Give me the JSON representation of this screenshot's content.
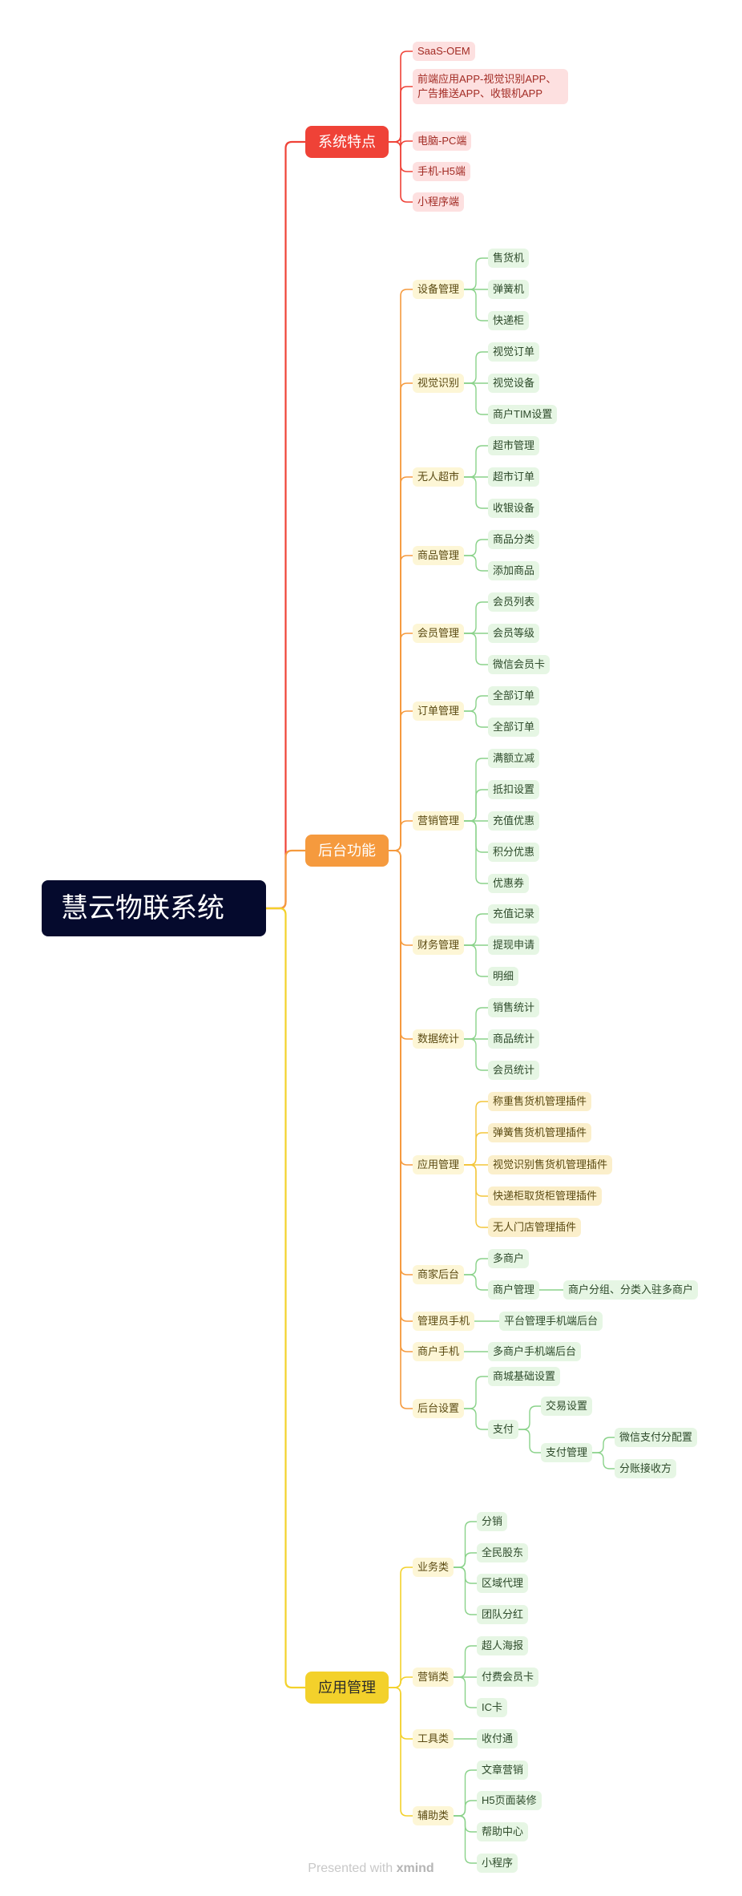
{
  "mindmap": {
    "root": "慧云物联系统",
    "colors": {
      "red": "#ef4237",
      "orange": "#f59a3e",
      "yellow": "#f3d12b",
      "green": "#8ad28a",
      "gold": "#f3c53a"
    },
    "branches": [
      {
        "label": "系统特点",
        "leaves": [
          "SaaS-OEM",
          "前端应用APP-视觉识别APP、广告推送APP、收银机APP",
          "电脑-PC端",
          "手机-H5端",
          "小程序端"
        ]
      },
      {
        "label": "后台功能",
        "groups": [
          {
            "label": "设备管理",
            "items": [
              "售货机",
              "弹簧机",
              "快递柜"
            ]
          },
          {
            "label": "视觉识别",
            "items": [
              "视觉订单",
              "视觉设备",
              "商户TIM设置"
            ]
          },
          {
            "label": "无人超市",
            "items": [
              "超市管理",
              "超市订单",
              "收银设备"
            ]
          },
          {
            "label": "商品管理",
            "items": [
              "商品分类",
              "添加商品"
            ]
          },
          {
            "label": "会员管理",
            "items": [
              "会员列表",
              "会员等级",
              "微信会员卡"
            ]
          },
          {
            "label": "订单管理",
            "items": [
              "全部订单",
              "全部订单"
            ]
          },
          {
            "label": "营销管理",
            "items": [
              "满额立减",
              "抵扣设置",
              "充值优惠",
              "积分优惠",
              "优惠券"
            ]
          },
          {
            "label": "财务管理",
            "items": [
              "充值记录",
              "提现申请",
              "明细"
            ]
          },
          {
            "label": "数据统计",
            "items": [
              "销售统计",
              "商品统计",
              "会员统计"
            ]
          },
          {
            "label": "应用管理",
            "items": [
              "称重售货机管理插件",
              "弹簧售货机管理插件",
              "视觉识别售货机管理插件",
              "快递柜取货柜管理插件",
              "无人门店管理插件"
            ]
          },
          {
            "label": "商家后台",
            "items": [
              "多商户",
              "商户管理"
            ],
            "sub": "商户分组、分类入驻多商户"
          },
          {
            "label": "管理员手机",
            "items": [
              "平台管理手机端后台"
            ]
          },
          {
            "label": "商户手机",
            "items": [
              "多商户手机端后台"
            ]
          },
          {
            "label": "后台设置",
            "items": [
              "商城基础设置",
              "支付"
            ],
            "pay": [
              "交易设置",
              "支付管理"
            ],
            "paymgr": [
              "微信支付分配置",
              "分账接收方"
            ]
          }
        ]
      },
      {
        "label": "应用管理",
        "groups": [
          {
            "label": "业务类",
            "items": [
              "分销",
              "全民股东",
              "区域代理",
              "团队分红"
            ]
          },
          {
            "label": "营销类",
            "items": [
              "超人海报",
              "付费会员卡",
              "IC卡"
            ]
          },
          {
            "label": "工具类",
            "items": [
              "收付通"
            ]
          },
          {
            "label": "辅助类",
            "items": [
              "文章营销",
              "H5页面装修",
              "帮助中心",
              "小程序"
            ]
          }
        ]
      }
    ]
  },
  "footer": {
    "prefix": "Presented with",
    "brand": "xmind"
  }
}
